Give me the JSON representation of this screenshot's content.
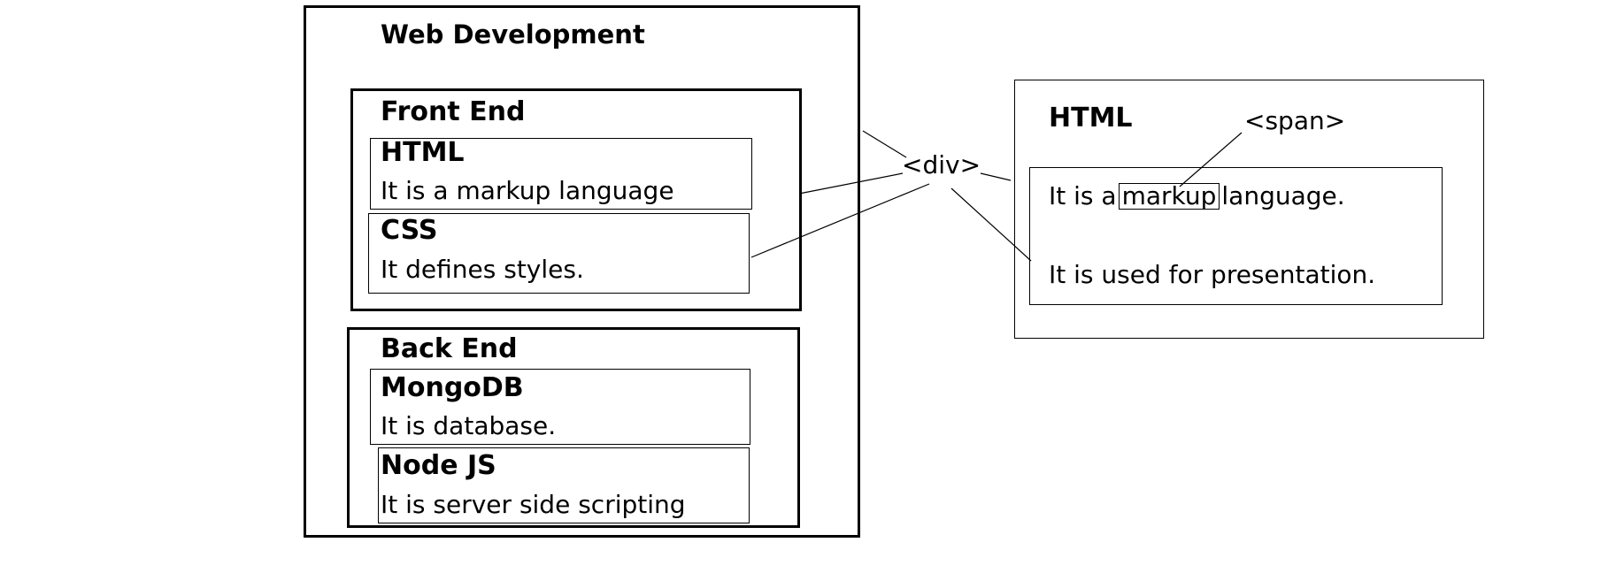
{
  "web_dev": {
    "title": "Web Development",
    "front_end": {
      "heading": "Front End",
      "html": {
        "title": "HTML",
        "desc": "It is a markup language"
      },
      "css": {
        "title": "CSS",
        "desc": "It defines styles."
      }
    },
    "back_end": {
      "heading": "Back End",
      "mongodb": {
        "title": "MongoDB",
        "desc": "It is database."
      },
      "nodejs": {
        "title": "Node JS",
        "desc": "It is server side scripting"
      }
    }
  },
  "callouts": {
    "div_label": "<div>",
    "span_label": "<span>"
  },
  "html_panel": {
    "title": "HTML",
    "line1_before": "It is a",
    "line1_span": "markup",
    "line1_after": "language.",
    "line2": "It is used for presentation."
  }
}
